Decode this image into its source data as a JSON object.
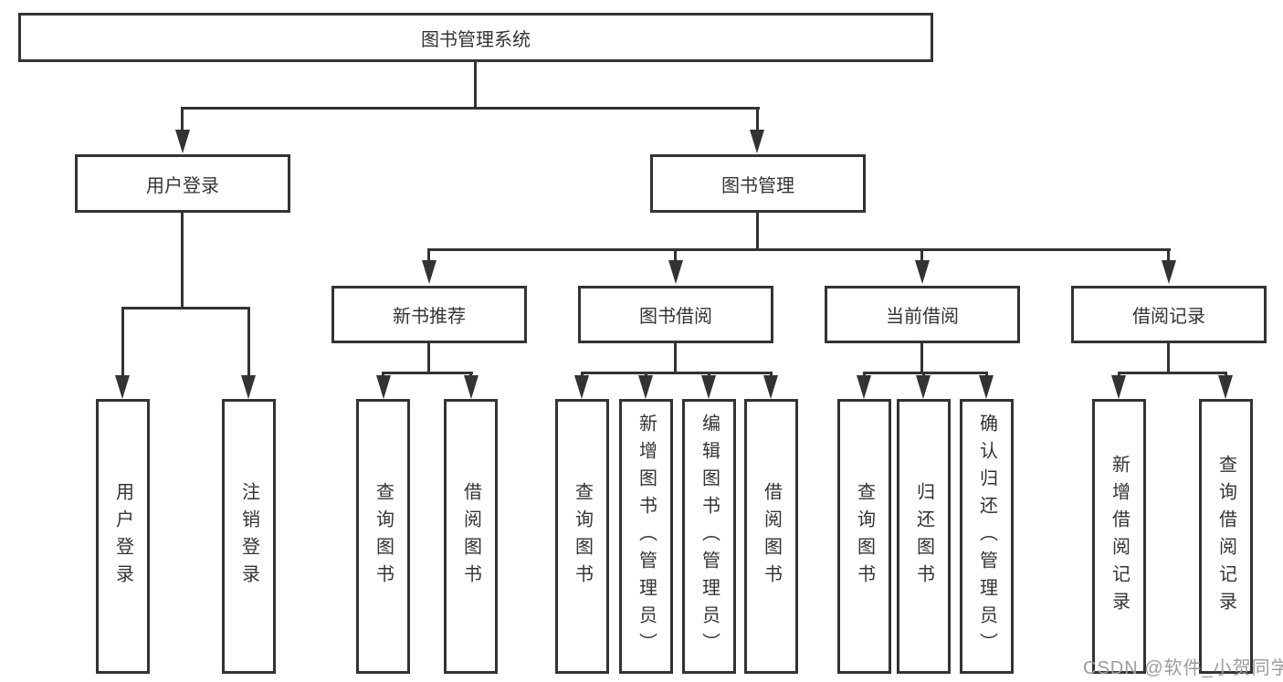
{
  "root": {
    "label": "图书管理系统"
  },
  "branches": [
    {
      "label": "用户登录",
      "children": [
        {
          "label": "用户登录"
        },
        {
          "label": "注销登录"
        }
      ]
    },
    {
      "label": "图书管理",
      "children": [
        {
          "label": "新书推荐",
          "children": [
            {
              "label": "查询图书"
            },
            {
              "label": "借阅图书"
            }
          ]
        },
        {
          "label": "图书借阅",
          "children": [
            {
              "label": "查询图书"
            },
            {
              "label": "新增图书（管理员）"
            },
            {
              "label": "编辑图书（管理员）"
            },
            {
              "label": "借阅图书"
            }
          ]
        },
        {
          "label": "当前借阅",
          "children": [
            {
              "label": "查询图书"
            },
            {
              "label": "归还图书"
            },
            {
              "label": "确认归还（管理员）"
            }
          ]
        },
        {
          "label": "借阅记录",
          "children": [
            {
              "label": "新增借阅记录"
            },
            {
              "label": "查询借阅记录"
            }
          ]
        }
      ]
    }
  ],
  "watermark": {
    "text": "CSDN @软件_小贺同学"
  },
  "colors": {
    "line": "#333333",
    "text": "#333333",
    "background": "#ffffff",
    "watermark": "#9c9c9c"
  }
}
